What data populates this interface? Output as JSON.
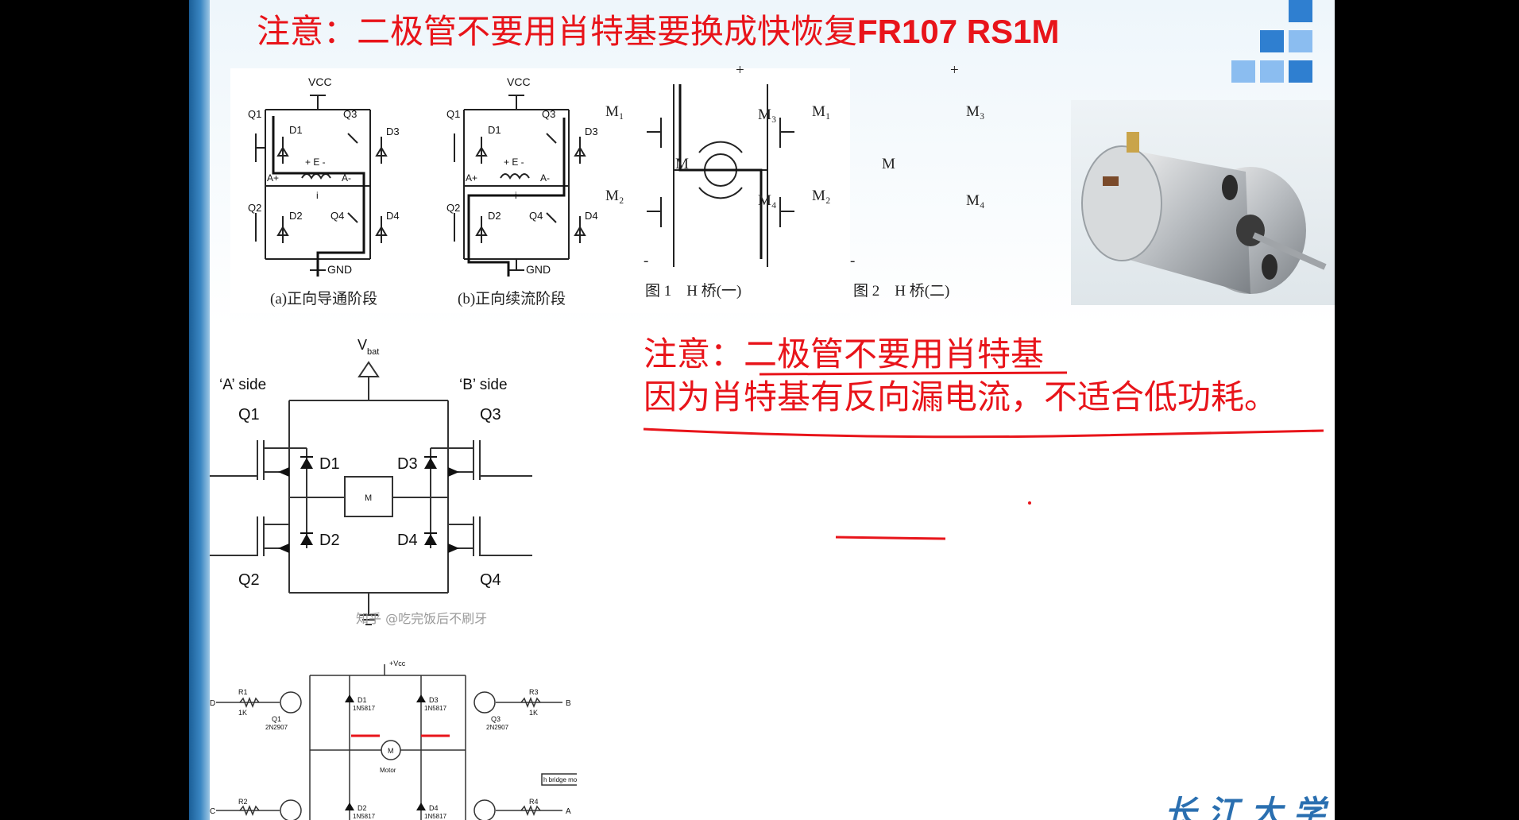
{
  "title": {
    "text_cn": "注意：二极管不要用肖特基要换成快恢复",
    "text_en": "FR107 RS1M"
  },
  "top_panel": {
    "labels": {
      "vcc": "VCC",
      "gnd": "GND",
      "q1": "Q1",
      "q2": "Q2",
      "q3": "Q3",
      "q4": "Q4",
      "d1": "D1",
      "d2": "D2",
      "d3": "D3",
      "d4": "D4",
      "a_plus": "A+",
      "a_minus": "A-",
      "emf": "+ E -",
      "i": "i"
    },
    "caption_a": "(a)正向导通阶段",
    "caption_b": "(b)正向续流阶段",
    "fig1": {
      "caption": "图 1　H 桥(一)",
      "m1": "M₁",
      "m2": "M₂",
      "m3": "M₃",
      "m4": "M₄",
      "motor": "M",
      "plus": "+",
      "minus": "-"
    },
    "fig2": {
      "caption": "图 2　H 桥(二)",
      "m1": "M₁",
      "m2": "M₂",
      "m3": "M₃",
      "m4": "M₄",
      "motor": "M",
      "plus": "+",
      "minus": "-"
    }
  },
  "mid_panel": {
    "vbat": "V",
    "vbat_sub": "bat",
    "a_side": "‘A’ side",
    "b_side": "‘B’ side",
    "q1": "Q1",
    "q2": "Q2",
    "q3": "Q3",
    "q4": "Q4",
    "d1": "D1",
    "d2": "D2",
    "d3": "D3",
    "d4": "D4",
    "motor": "M",
    "watermark": "知乎 @吃完饭后不刷牙"
  },
  "bottom_panel": {
    "vcc": "+Vcc",
    "r1": "R1",
    "r1_val": "1K",
    "r2": "R2",
    "r3": "R3",
    "r3_val": "1K",
    "r4": "R4",
    "q1": "Q1",
    "q1_part": "2N2907",
    "q3": "Q3",
    "q3_part": "2N2907",
    "d1": "D1",
    "d1_part": "1N5817",
    "d2": "D2",
    "d2_part": "1N5817",
    "d3": "D3",
    "d3_part": "1N5817",
    "d4": "D4",
    "d4_part": "1N5817",
    "motor": "M",
    "motor_label": "Motor",
    "pin_d": "D",
    "pin_c": "C",
    "pin_b": "B",
    "pin_a": "A",
    "tag": "h bridge motor drive"
  },
  "note": {
    "line1": "注意：二极管不要用肖特基",
    "line2": "因为肖特基有反向漏电流，不适合低功耗。"
  },
  "logo": {
    "text": "长江大学"
  },
  "colors": {
    "accent_red": "#e8141a",
    "band_blue": "#2a78b8"
  }
}
